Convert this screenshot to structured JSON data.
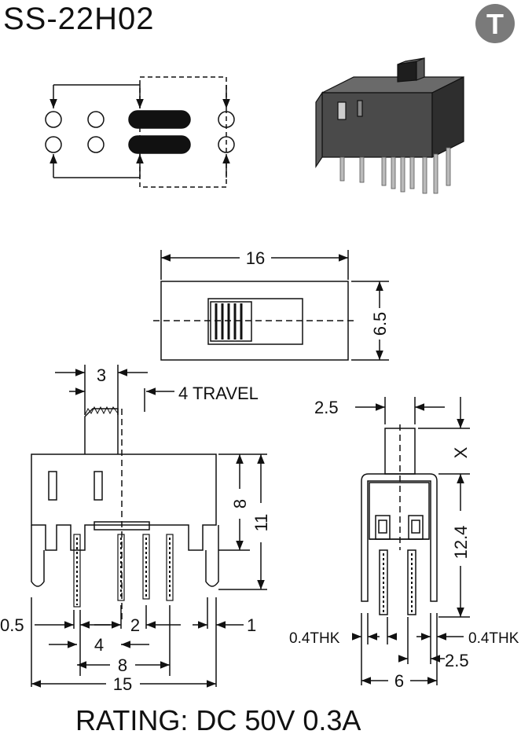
{
  "header": {
    "part_number": "SS-22H02",
    "brand_logo_letter": "T",
    "brand_logo_color": "#7a7a7a"
  },
  "front_view": {
    "width_label": "16",
    "height_label": "6.5"
  },
  "side_view": {
    "actuator_width_label": "3",
    "travel_label": "4 TRAVEL",
    "body_height_label": "8",
    "total_height_label": "11",
    "pin_thickness_label": "0.5",
    "pin_pitch_label": "2",
    "right_pin_label": "1",
    "pin_span_4_label": "4",
    "pin_span_8_label": "8",
    "overall_width_label": "15"
  },
  "end_view": {
    "actuator_label": "2.5",
    "actuator_height_label": "X",
    "body_height_label": "12.4",
    "left_thickness_label": "0.4THK",
    "right_thickness_label": "0.4THK",
    "lead_offset_label": "2.5",
    "pin_row_span_label": "6"
  },
  "footer": {
    "rating": "RATING: DC 50V 0.3A"
  }
}
